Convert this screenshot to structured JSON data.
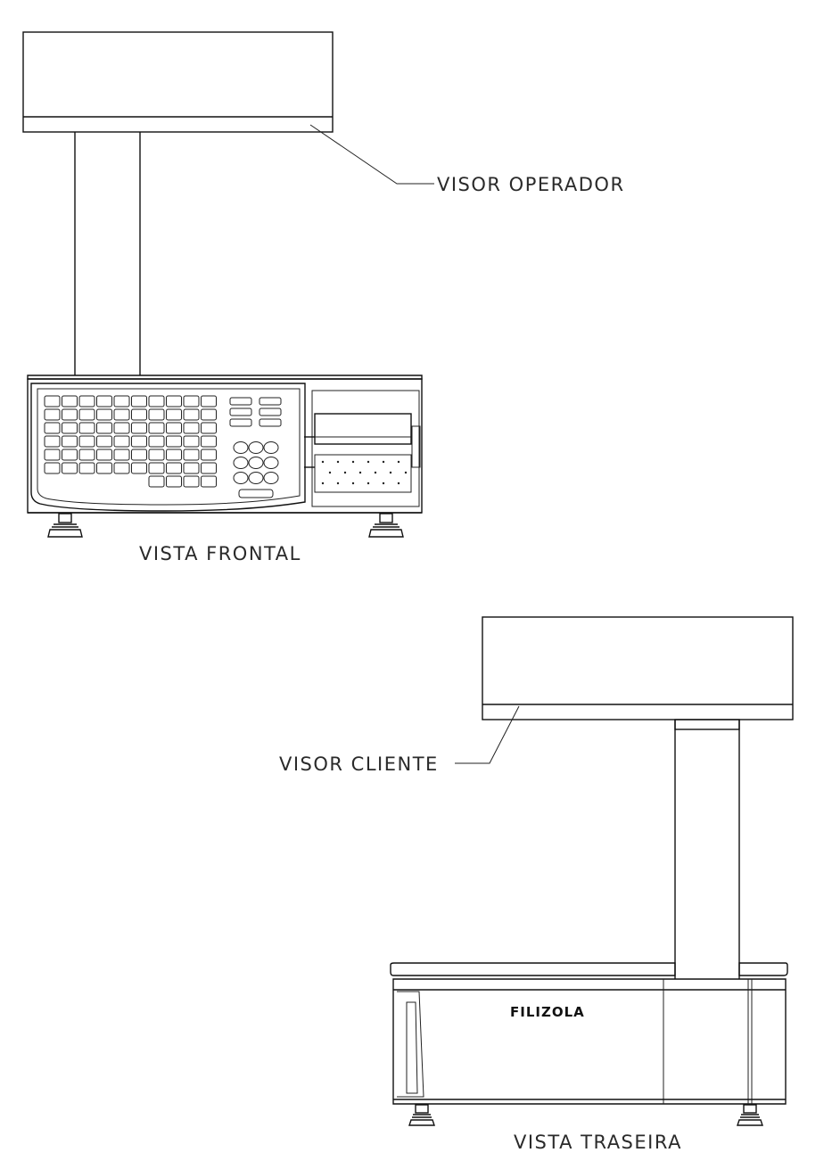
{
  "labels": {
    "operator_display": "VISOR  OPERADOR",
    "front_view": "VISTA  FRONTAL",
    "customer_display": "VISOR  CLIENTE",
    "rear_view": "VISTA  TRASEIRA"
  },
  "brand": "FILIZOLA",
  "colors": {
    "line": "#111111",
    "background": "#ffffff"
  }
}
